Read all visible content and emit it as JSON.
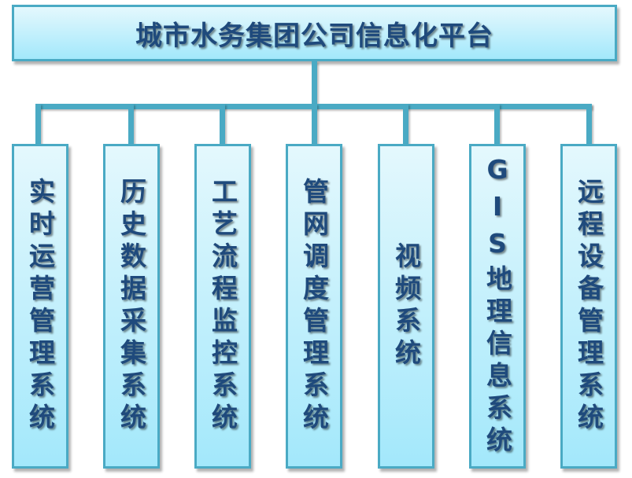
{
  "diagram": {
    "type": "org-chart",
    "colors": {
      "box_border": "#4aaac4",
      "box_fill_top": "#e4f8fd",
      "box_fill_bottom": "#a3e8fb",
      "connector": "#4aaac4",
      "text": "#1f4a7c"
    },
    "root": {
      "label": "城市水务集团公司信息化平台"
    },
    "children": [
      {
        "label": "实时运营管理系统"
      },
      {
        "label": "历史数据采集系统"
      },
      {
        "label": "工艺流程监控系统"
      },
      {
        "label": "管网调度管理系统"
      },
      {
        "label": "视频系统"
      },
      {
        "label": "GIS地理信息系统"
      },
      {
        "label": "远程设备管理系统"
      }
    ]
  }
}
